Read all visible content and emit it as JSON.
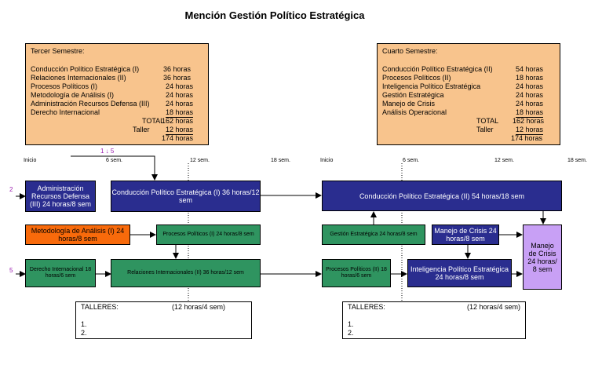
{
  "title": "Mención Gestión Político Estratégica",
  "tercer": {
    "header": "Tercer Semestre:",
    "courses": [
      {
        "name": "Conducción Político Estratégica (I)",
        "hours": "36 horas"
      },
      {
        "name": "Relaciones Internacionales (II)",
        "hours": "36 horas"
      },
      {
        "name": "Procesos Políticos (I)",
        "hours": "24 horas"
      },
      {
        "name": "Metodología de Análisis (I)",
        "hours": "24 horas"
      },
      {
        "name": "Administración Recursos Defensa (III)",
        "hours": "24 horas"
      },
      {
        "name": "Derecho Internacional",
        "hours": "18 horas"
      }
    ],
    "total_label": "TOTAL",
    "total": "162 horas",
    "taller_label": "Taller",
    "taller": "12 horas",
    "grand_total": "174 horas"
  },
  "cuarto": {
    "header": "Cuarto Semestre:",
    "courses": [
      {
        "name": "Conducción Político Estratégica (II)",
        "hours": "54 horas"
      },
      {
        "name": "Procesos Políticos (II)",
        "hours": "18 horas"
      },
      {
        "name": "Inteligencia Político Estratégica",
        "hours": "24 horas"
      },
      {
        "name": "Gestión Estratégica",
        "hours": "24 horas"
      },
      {
        "name": "Manejo de Crisis",
        "hours": "24 horas"
      },
      {
        "name": "Análisis Operacional",
        "hours": "18 horas"
      }
    ],
    "total_label": "TOTAL",
    "total": "162 horas",
    "taller_label": "Taller",
    "taller": "12 horas",
    "grand_total": "174 horas"
  },
  "axis": {
    "left": [
      "Inicio",
      "6 sem.",
      "12 sem.",
      "18 sem."
    ],
    "right": [
      "Inicio",
      "6 sem.",
      "12 sem.",
      "18 sem."
    ]
  },
  "markers": {
    "top": "1 ↓ 5",
    "side_2": "2",
    "side_5": "5"
  },
  "boxes": {
    "adm": "Administración Recursos Defensa (III) 24 horas/8 sem",
    "cpe1": "Conducción Político Estratégica (I) 36 horas/12 sem",
    "cpe2": "Conducción Político Estratégica (II) 54 horas/18 sem",
    "met": "Metodología de Análisis (I) 24 horas/8 sem",
    "pp1": "Procesos Políticos (I) 24 horas/8 sem",
    "gest": "Gestión Estratégica 24 horas/8 sem",
    "crisis": "Manejo de Crisis 24 horas/8 sem",
    "crisis2": "Manejo de Crisis 24 horas/ 8 sem",
    "der": "Derecho Internacional 18 horas/6 sem",
    "ri2": "Relaciones Internacionales (II) 36 horas/12 sem",
    "pp2": "Procesos Políticos (II) 18 horas/6 sem",
    "intel": "Inteligencia Político Estratégica 24 horas/8 sem"
  },
  "talleres": {
    "label": "TALLERES:",
    "hours": "(12 horas/4 sem)",
    "item1": "1.",
    "item2": "2."
  },
  "colors": {
    "navy": "#2a2d8f",
    "green": "#2f9460",
    "orange": "#f86a0b",
    "lilac": "#c8a0f5",
    "peach": "#f8c48d",
    "marker": "#9b1fb0"
  }
}
